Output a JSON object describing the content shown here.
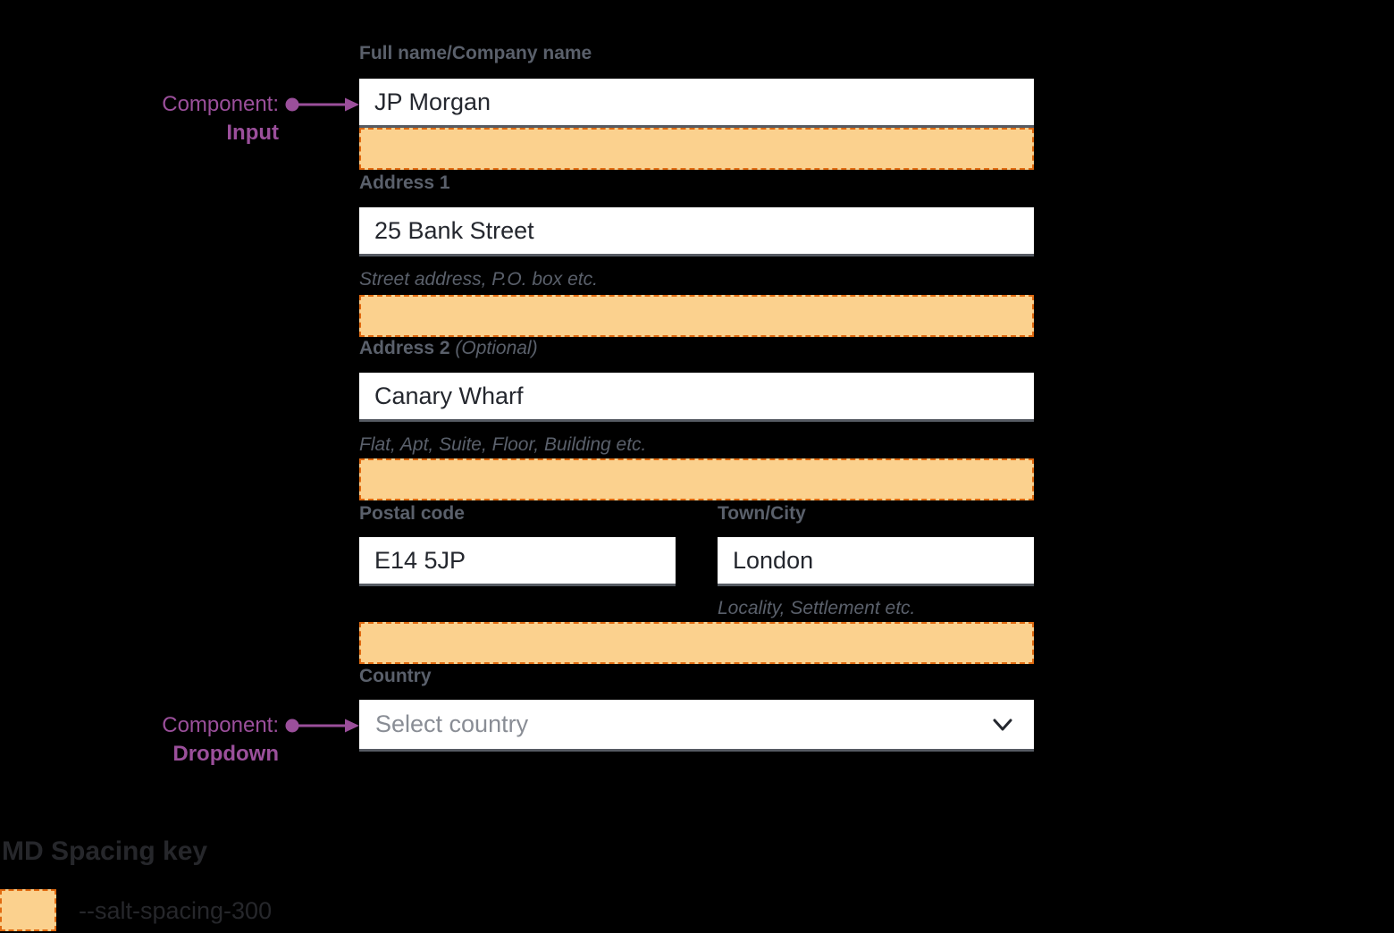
{
  "annotations": {
    "input": {
      "prefix": "Component:",
      "name": "Input"
    },
    "dropdown": {
      "prefix": "Component:",
      "name": "Dropdown"
    }
  },
  "form": {
    "full_name": {
      "label": "Full name/Company name",
      "value": "JP Morgan"
    },
    "address1": {
      "label": "Address 1",
      "value": "25 Bank Street",
      "helper": "Street address, P.O. box etc."
    },
    "address2": {
      "label": "Address 2",
      "label_suffix": "(Optional)",
      "value": "Canary Wharf",
      "helper": "Flat, Apt, Suite, Floor, Building etc."
    },
    "postal_code": {
      "label": "Postal code",
      "value": "E14 5JP"
    },
    "town_city": {
      "label": "Town/City",
      "value": "London",
      "helper": "Locality, Settlement etc."
    },
    "country": {
      "label": "Country",
      "placeholder": "Select country"
    }
  },
  "legend": {
    "title": "MD Spacing key",
    "spacing_token": "--salt-spacing-300"
  },
  "icons": {
    "dropdown_chevron": "chevron-down-icon",
    "annotation_pointer": "arrow-right-pointer"
  },
  "colors": {
    "background": "#000000",
    "spacing_fill": "#FBD18E",
    "spacing_border": "#E06A10",
    "annotation_purple": "#9B4F9B",
    "label_gray": "#5A606B",
    "input_text": "#24272E",
    "placeholder_gray": "#898D95",
    "input_border_bottom": "#565B63",
    "legend_text": "#26272B"
  }
}
